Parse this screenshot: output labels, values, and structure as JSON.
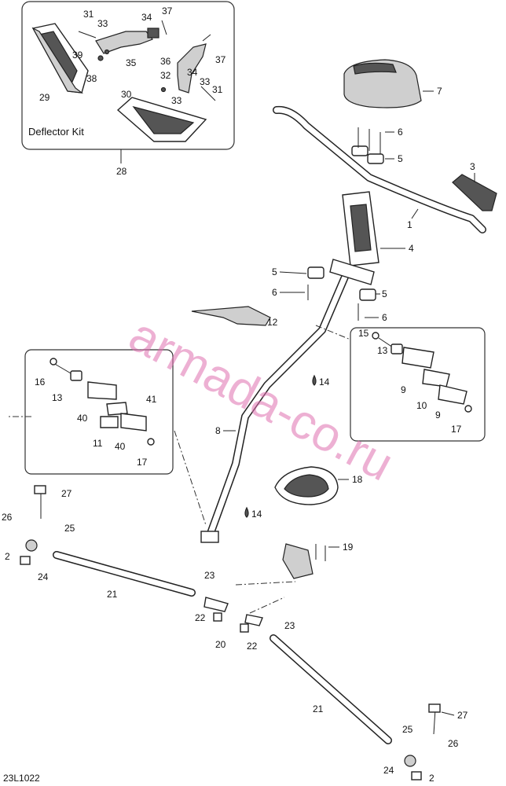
{
  "diagram": {
    "code": "23L1022",
    "watermark": "armada-co.ru",
    "kit_label": "Deflector Kit",
    "callouts": [
      {
        "id": "c31a",
        "text": "31"
      },
      {
        "id": "c33a",
        "text": "33"
      },
      {
        "id": "c34a",
        "text": "34"
      },
      {
        "id": "c37a",
        "text": "37"
      },
      {
        "id": "c39",
        "text": "39"
      },
      {
        "id": "c35",
        "text": "35"
      },
      {
        "id": "c38",
        "text": "38"
      },
      {
        "id": "c29",
        "text": "29"
      },
      {
        "id": "c36",
        "text": "36"
      },
      {
        "id": "c37b",
        "text": "37"
      },
      {
        "id": "c32",
        "text": "32"
      },
      {
        "id": "c34b",
        "text": "34"
      },
      {
        "id": "c33b",
        "text": "33"
      },
      {
        "id": "c31b",
        "text": "31"
      },
      {
        "id": "c30",
        "text": "30"
      },
      {
        "id": "c33c",
        "text": "33"
      },
      {
        "id": "c28",
        "text": "28"
      },
      {
        "id": "c7",
        "text": "7"
      },
      {
        "id": "c6a",
        "text": "6"
      },
      {
        "id": "c5a",
        "text": "5"
      },
      {
        "id": "c3",
        "text": "3"
      },
      {
        "id": "c1",
        "text": "1"
      },
      {
        "id": "c4",
        "text": "4"
      },
      {
        "id": "c5b",
        "text": "5"
      },
      {
        "id": "c6b",
        "text": "6"
      },
      {
        "id": "c5c",
        "text": "5"
      },
      {
        "id": "c6c",
        "text": "6"
      },
      {
        "id": "c12",
        "text": "12"
      },
      {
        "id": "c15",
        "text": "15"
      },
      {
        "id": "c13a",
        "text": "13"
      },
      {
        "id": "c14a",
        "text": "14"
      },
      {
        "id": "c9a",
        "text": "9"
      },
      {
        "id": "c10",
        "text": "10"
      },
      {
        "id": "c9b",
        "text": "9"
      },
      {
        "id": "c17a",
        "text": "17"
      },
      {
        "id": "c16",
        "text": "16"
      },
      {
        "id": "c13b",
        "text": "13"
      },
      {
        "id": "c41",
        "text": "41"
      },
      {
        "id": "c40a",
        "text": "40"
      },
      {
        "id": "c11",
        "text": "11"
      },
      {
        "id": "c40b",
        "text": "40"
      },
      {
        "id": "c17b",
        "text": "17"
      },
      {
        "id": "c8",
        "text": "8"
      },
      {
        "id": "c18",
        "text": "18"
      },
      {
        "id": "c27a",
        "text": "27"
      },
      {
        "id": "c26a",
        "text": "26"
      },
      {
        "id": "c25a",
        "text": "25"
      },
      {
        "id": "c14b",
        "text": "14"
      },
      {
        "id": "c2a",
        "text": "2"
      },
      {
        "id": "c24a",
        "text": "24"
      },
      {
        "id": "c19",
        "text": "19"
      },
      {
        "id": "c21a",
        "text": "21"
      },
      {
        "id": "c23a",
        "text": "23"
      },
      {
        "id": "c22a",
        "text": "22"
      },
      {
        "id": "c20",
        "text": "20"
      },
      {
        "id": "c22b",
        "text": "22"
      },
      {
        "id": "c23b",
        "text": "23"
      },
      {
        "id": "c21b",
        "text": "21"
      },
      {
        "id": "c27b",
        "text": "27"
      },
      {
        "id": "c25b",
        "text": "25"
      },
      {
        "id": "c26b",
        "text": "26"
      },
      {
        "id": "c24b",
        "text": "24"
      },
      {
        "id": "c2b",
        "text": "2"
      }
    ]
  }
}
